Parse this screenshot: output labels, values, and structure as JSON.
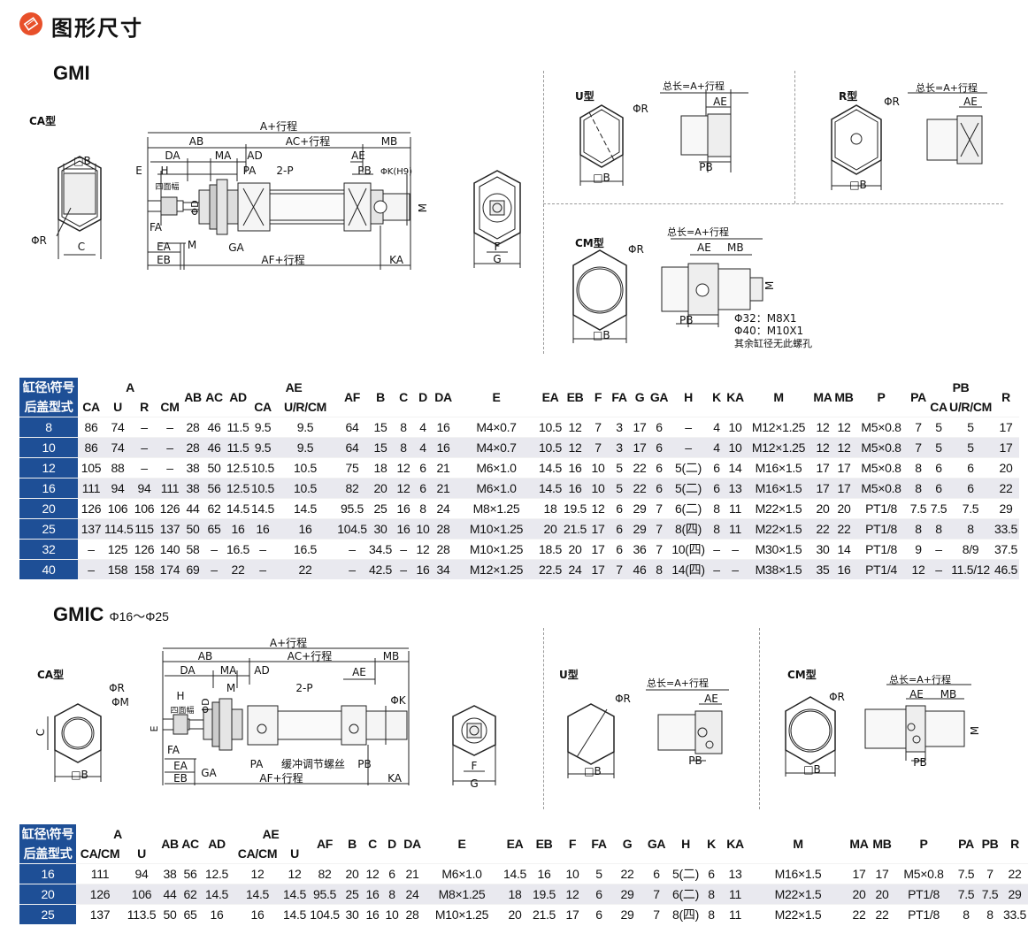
{
  "page": {
    "title": "图形尺寸"
  },
  "gmi": {
    "title": "GMI",
    "labels": {
      "ca_type": "CA型",
      "u_type": "U型",
      "r_type": "R型",
      "cm_type": "CM型"
    },
    "dims": {
      "a_stroke": "A+行程",
      "ab": "AB",
      "ac_stroke": "AC+行程",
      "mb": "MB",
      "da": "DA",
      "ma": "MA",
      "ad": "AD",
      "ae": "AE",
      "h": "H",
      "e": "E",
      "pa": "PA",
      "p2": "2-P",
      "pb": "PB",
      "phik": "ΦK(H9)",
      "m": "M",
      "phid": "ΦD",
      "fa": "FA",
      "ea": "EA",
      "eb": "EB",
      "ga": "GA",
      "af_stroke": "AF+行程",
      "ka": "KA",
      "b": "□B",
      "c": "C",
      "phir": "ΦR",
      "f": "F",
      "g": "G",
      "flat": "四面幅",
      "total_len": "总长=A+行程",
      "note_32": "Φ32：M8X1",
      "note_40": "Φ40：M10X1",
      "note_other": "其余缸径无此螺孔"
    },
    "table": {
      "header1": [
        "缸径\\符号",
        "A",
        "AB",
        "AC",
        "AD",
        "AE",
        "AF",
        "B",
        "C",
        "D",
        "DA",
        "E",
        "EA",
        "EB",
        "F",
        "FA",
        "G",
        "GA",
        "H",
        "K",
        "KA",
        "M",
        "MA",
        "MB",
        "P",
        "PA",
        "PB",
        "R"
      ],
      "header2": [
        "后盖型式",
        "CA",
        "U",
        "R",
        "CM",
        "CA",
        "U/R/CM",
        "CA",
        "U/R/CM"
      ],
      "rows": [
        [
          "8",
          "86",
          "74",
          "–",
          "–",
          "28",
          "46",
          "11.5",
          "9.5",
          "9.5",
          "64",
          "15",
          "8",
          "4",
          "16",
          "M4×0.7",
          "10.5",
          "12",
          "7",
          "3",
          "17",
          "6",
          "–",
          "4",
          "10",
          "M12×1.25",
          "12",
          "12",
          "M5×0.8",
          "7",
          "5",
          "5",
          "17"
        ],
        [
          "10",
          "86",
          "74",
          "–",
          "–",
          "28",
          "46",
          "11.5",
          "9.5",
          "9.5",
          "64",
          "15",
          "8",
          "4",
          "16",
          "M4×0.7",
          "10.5",
          "12",
          "7",
          "3",
          "17",
          "6",
          "–",
          "4",
          "10",
          "M12×1.25",
          "12",
          "12",
          "M5×0.8",
          "7",
          "5",
          "5",
          "17"
        ],
        [
          "12",
          "105",
          "88",
          "–",
          "–",
          "38",
          "50",
          "12.5",
          "10.5",
          "10.5",
          "75",
          "18",
          "12",
          "6",
          "21",
          "M6×1.0",
          "14.5",
          "16",
          "10",
          "5",
          "22",
          "6",
          "5(二)",
          "6",
          "14",
          "M16×1.5",
          "17",
          "17",
          "M5×0.8",
          "8",
          "6",
          "6",
          "20"
        ],
        [
          "16",
          "111",
          "94",
          "94",
          "111",
          "38",
          "56",
          "12.5",
          "10.5",
          "10.5",
          "82",
          "20",
          "12",
          "6",
          "21",
          "M6×1.0",
          "14.5",
          "16",
          "10",
          "5",
          "22",
          "6",
          "5(二)",
          "6",
          "13",
          "M16×1.5",
          "17",
          "17",
          "M5×0.8",
          "8",
          "6",
          "6",
          "22"
        ],
        [
          "20",
          "126",
          "106",
          "106",
          "126",
          "44",
          "62",
          "14.5",
          "14.5",
          "14.5",
          "95.5",
          "25",
          "16",
          "8",
          "24",
          "M8×1.25",
          "18",
          "19.5",
          "12",
          "6",
          "29",
          "7",
          "6(二)",
          "8",
          "11",
          "M22×1.5",
          "20",
          "20",
          "PT1/8",
          "7.5",
          "7.5",
          "7.5",
          "29"
        ],
        [
          "25",
          "137",
          "114.5",
          "115",
          "137",
          "50",
          "65",
          "16",
          "16",
          "16",
          "104.5",
          "30",
          "16",
          "10",
          "28",
          "M10×1.25",
          "20",
          "21.5",
          "17",
          "6",
          "29",
          "7",
          "8(四)",
          "8",
          "11",
          "M22×1.5",
          "22",
          "22",
          "PT1/8",
          "8",
          "8",
          "8",
          "33.5"
        ],
        [
          "32",
          "–",
          "125",
          "126",
          "140",
          "58",
          "–",
          "16.5",
          "–",
          "16.5",
          "–",
          "34.5",
          "–",
          "12",
          "28",
          "M10×1.25",
          "18.5",
          "20",
          "17",
          "6",
          "36",
          "7",
          "10(四)",
          "–",
          "–",
          "M30×1.5",
          "30",
          "14",
          "PT1/8",
          "9",
          "–",
          "8/9",
          "37.5"
        ],
        [
          "40",
          "–",
          "158",
          "158",
          "174",
          "69",
          "–",
          "22",
          "–",
          "22",
          "–",
          "42.5",
          "–",
          "16",
          "34",
          "M12×1.25",
          "22.5",
          "24",
          "17",
          "7",
          "46",
          "8",
          "14(四)",
          "–",
          "–",
          "M38×1.5",
          "35",
          "16",
          "PT1/4",
          "12",
          "–",
          "11.5/12",
          "46.5"
        ]
      ]
    }
  },
  "gmic": {
    "title": "GMIC",
    "subtitle": "Φ16～Φ25",
    "labels": {
      "ca_type": "CA型",
      "u_type": "U型",
      "cm_type": "CM型"
    },
    "dims": {
      "a_stroke": "A+行程",
      "ab": "AB",
      "ac_stroke": "AC+行程",
      "mb": "MB",
      "da": "DA",
      "ma": "MA",
      "ad": "AD",
      "ae": "AE",
      "h": "H",
      "m": "M",
      "p2": "2-P",
      "phik": "ΦK",
      "phid": "ΦD",
      "e": "E",
      "fa": "FA",
      "pa": "PA",
      "pb": "PB",
      "buffer": "缓冲调节螺丝",
      "ea": "EA",
      "ga": "GA",
      "eb": "EB",
      "af_stroke": "AF+行程",
      "ka": "KA",
      "phir": "ΦR",
      "phim": "ΦM",
      "c": "C",
      "b": "□B",
      "f": "F",
      "g": "G",
      "flat": "四面幅",
      "total_len": "总长=A+行程"
    },
    "table": {
      "header1": [
        "缸径\\符号",
        "A",
        "AB",
        "AC",
        "AD",
        "AE",
        "AF",
        "B",
        "C",
        "D",
        "DA",
        "E",
        "EA",
        "EB",
        "F",
        "FA",
        "G",
        "GA",
        "H",
        "K",
        "KA",
        "M",
        "MA",
        "MB",
        "P",
        "PA",
        "PB",
        "R"
      ],
      "header2": [
        "后盖型式",
        "CA/CM",
        "U",
        "CA/CM",
        "U"
      ],
      "rows": [
        [
          "16",
          "111",
          "94",
          "38",
          "56",
          "12.5",
          "12",
          "12",
          "82",
          "20",
          "12",
          "6",
          "21",
          "M6×1.0",
          "14.5",
          "16",
          "10",
          "5",
          "22",
          "6",
          "5(二)",
          "6",
          "13",
          "M16×1.5",
          "17",
          "17",
          "M5×0.8",
          "7.5",
          "7",
          "22"
        ],
        [
          "20",
          "126",
          "106",
          "44",
          "62",
          "14.5",
          "14.5",
          "14.5",
          "95.5",
          "25",
          "16",
          "8",
          "24",
          "M8×1.25",
          "18",
          "19.5",
          "12",
          "6",
          "29",
          "7",
          "6(二)",
          "8",
          "11",
          "M22×1.5",
          "20",
          "20",
          "PT1/8",
          "7.5",
          "7.5",
          "29"
        ],
        [
          "25",
          "137",
          "113.5",
          "50",
          "65",
          "16",
          "16",
          "14.5",
          "104.5",
          "30",
          "16",
          "10",
          "28",
          "M10×1.25",
          "20",
          "21.5",
          "17",
          "6",
          "29",
          "7",
          "8(四)",
          "8",
          "11",
          "M22×1.5",
          "22",
          "22",
          "PT1/8",
          "8",
          "8",
          "33.5"
        ]
      ]
    }
  }
}
